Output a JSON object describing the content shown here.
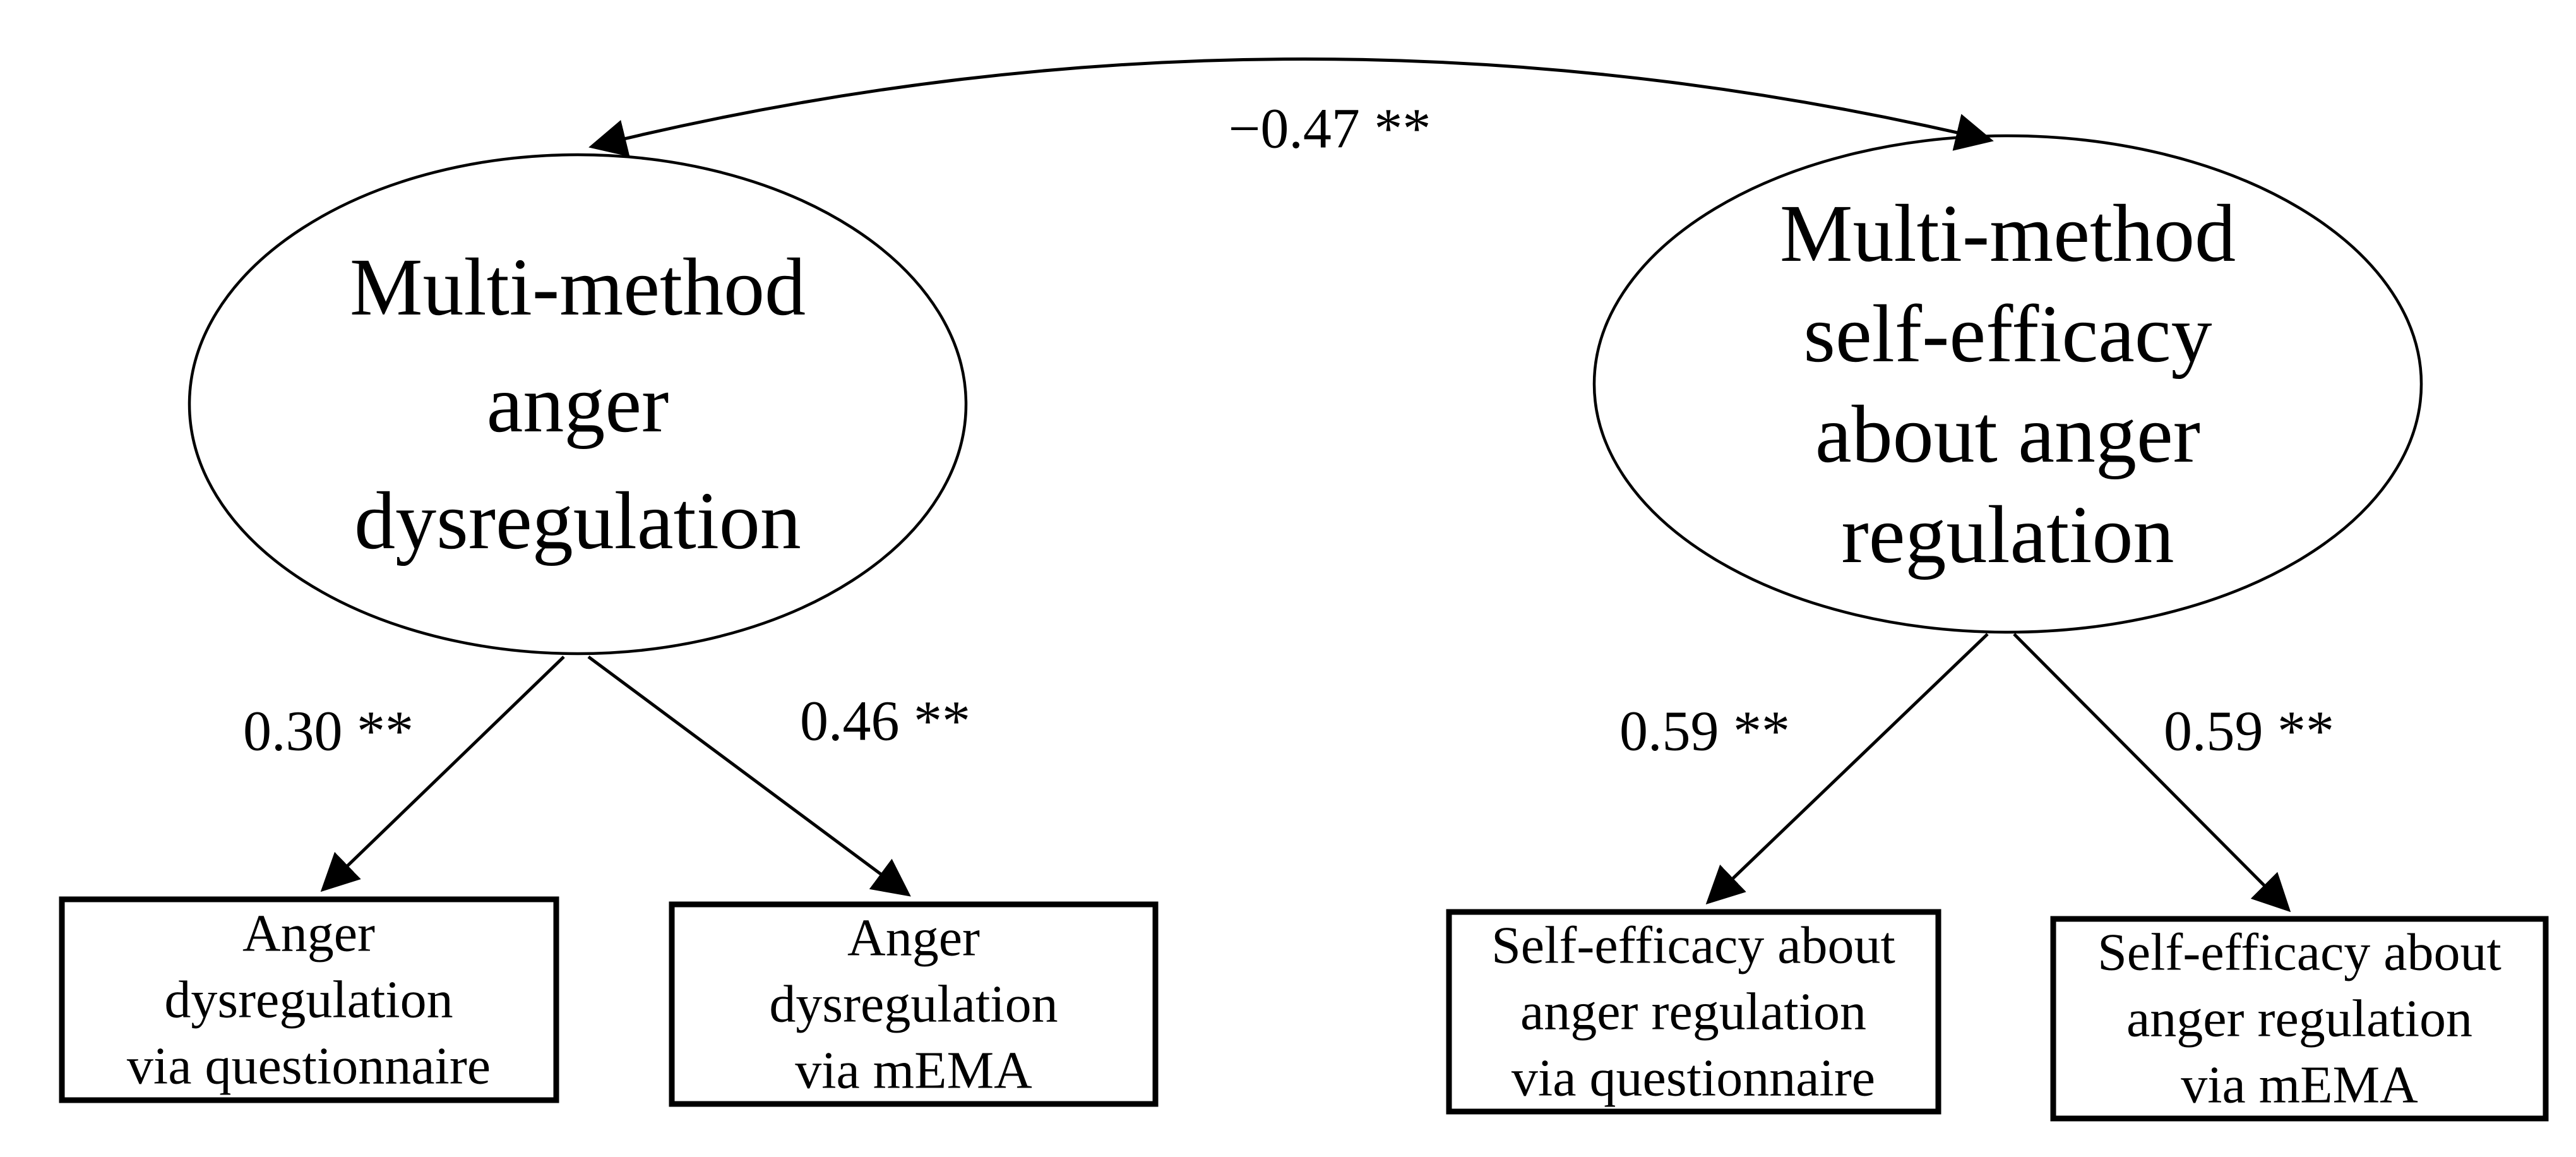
{
  "figure": {
    "type": "sem-path-diagram",
    "colors": {
      "ink": "#000000",
      "background": "#ffffff"
    },
    "correlation": {
      "label": "−0.47 **",
      "between": [
        "anger-dysregulation",
        "self-efficacy-anger-regulation"
      ]
    },
    "latents": [
      {
        "id": "anger-dysregulation",
        "lines": [
          "Multi-method",
          "anger",
          "dysregulation"
        ]
      },
      {
        "id": "self-efficacy-anger-regulation",
        "lines": [
          "Multi-method",
          "self-efficacy",
          "about anger",
          "regulation"
        ]
      }
    ],
    "loadings": [
      {
        "label": "0.30 **"
      },
      {
        "label": "0.46 **"
      },
      {
        "label": "0.59 **"
      },
      {
        "label": "0.59 **"
      }
    ],
    "indicators": [
      {
        "id": "anger-dysregulation-questionnaire",
        "lines": [
          "Anger",
          "dysregulation",
          "via questionnaire"
        ]
      },
      {
        "id": "anger-dysregulation-mema",
        "lines": [
          "Anger",
          "dysregulation",
          "via mEMA"
        ]
      },
      {
        "id": "self-efficacy-questionnaire",
        "lines": [
          "Self-efficacy about",
          "anger regulation",
          "via questionnaire"
        ]
      },
      {
        "id": "self-efficacy-mema",
        "lines": [
          "Self-efficacy about",
          "anger regulation",
          "via mEMA"
        ]
      }
    ]
  }
}
